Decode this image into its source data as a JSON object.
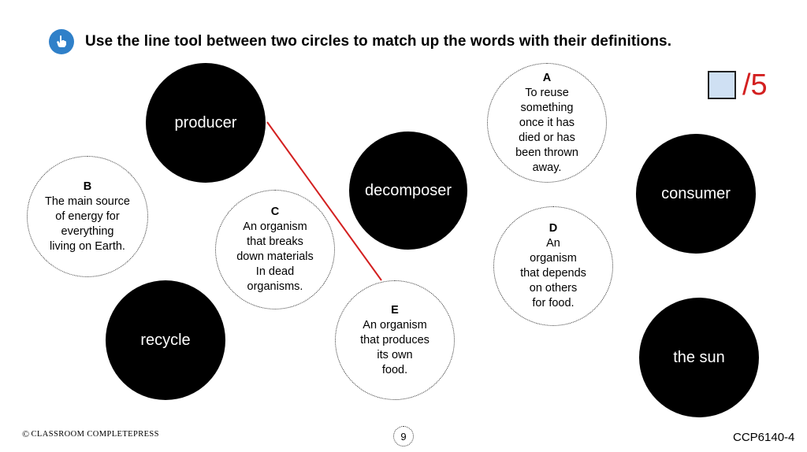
{
  "instruction": "Use the line tool between two circles to match up the words with their definitions.",
  "icons": {
    "header": "hand-pointer-icon"
  },
  "colors": {
    "accent": "#2f80c9",
    "line": "#d32020",
    "score_box": "#cfe0f3",
    "score_text": "#d32020"
  },
  "score": {
    "value": "",
    "total": "/5"
  },
  "words": {
    "producer": "producer",
    "decomposer": "decomposer",
    "consumer": "consumer",
    "recycle": "recycle",
    "the_sun": "the sun"
  },
  "definitions": {
    "a": {
      "letter": "A",
      "text": "To reuse\nsomething\nonce it has\ndied or has\nbeen thrown\naway."
    },
    "b": {
      "letter": "B",
      "text": "The main source\nof energy for\neverything\nliving on Earth."
    },
    "c": {
      "letter": "C",
      "text": "An organism\nthat breaks\ndown materials\nIn dead\norganisms."
    },
    "d": {
      "letter": "D",
      "text": "An\norganism\nthat depends\non others\nfor food."
    },
    "e": {
      "letter": "E",
      "text": "An organism\nthat produces\nits own\nfood."
    }
  },
  "footer": {
    "publisher": "CLASSROOM COMPLETE",
    "publisher_suffix": "PRESS",
    "page": "9",
    "code": "CCP6140-4"
  }
}
